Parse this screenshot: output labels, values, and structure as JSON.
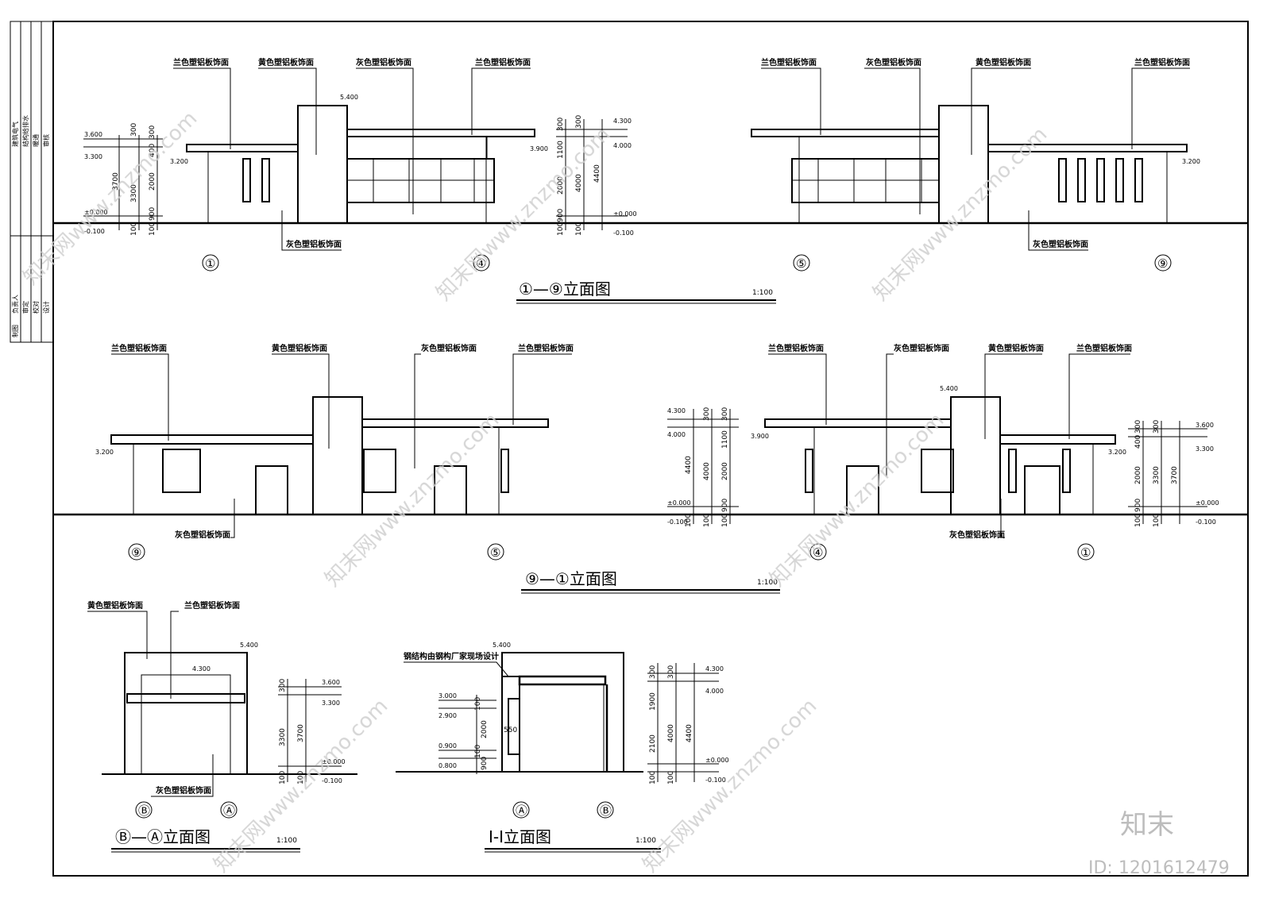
{
  "title_block": {
    "cols": [
      "建筑电气",
      "结构给排水",
      "暖通",
      "审核"
    ],
    "lower": [
      "负责人",
      "审定",
      "校对",
      "设计",
      "制图"
    ]
  },
  "materials": {
    "blue": "兰色塑铝板饰面",
    "yellow": "黄色塑铝板饰面",
    "grey": "灰色塑铝板饰面",
    "note": "钢结构由钢构厂家现场设计"
  },
  "elev1": {
    "title": "①—⑨立面图",
    "scale": "1:100",
    "axes": [
      "①",
      "④",
      "⑤",
      "⑨"
    ],
    "levels_left": [
      "3.600",
      "3.300",
      "3.200",
      "±0.000",
      "-0.100"
    ],
    "dims_left_a": [
      "300",
      "300",
      "3300",
      "900",
      "100"
    ],
    "dims_left_b": [
      "300",
      "400",
      "2000",
      "900",
      "100"
    ],
    "dims_left_c": [
      "3700"
    ],
    "top_level": "5.400",
    "levels_mid": [
      "4.300",
      "4.000",
      "3.900",
      "±0.000",
      "-0.100"
    ],
    "dims_mid_a": [
      "300",
      "1100",
      "2000",
      "900",
      "100"
    ],
    "dims_mid_b": [
      "4000",
      "100"
    ],
    "dims_mid_c": [
      "300",
      "4400",
      "100"
    ],
    "right_level": "3.200"
  },
  "elev2": {
    "title": "⑨—①立面图",
    "scale": "1:100",
    "axes": [
      "⑨",
      "⑤",
      "④",
      "①"
    ],
    "levels_left": [
      "3.200"
    ],
    "levels_mid": [
      "4.300",
      "4.000",
      "3.900",
      "±0.000",
      "-0.100"
    ],
    "dims_mid_a": [
      "300",
      "1100",
      "2000",
      "900",
      "100"
    ],
    "dims_mid_b": [
      "300",
      "4000",
      "100"
    ],
    "dims_mid_c": [
      "4400",
      "100"
    ],
    "top_level": "5.400",
    "levels_right": [
      "3.600",
      "3.300",
      "3.200",
      "±0.000",
      "-0.100"
    ],
    "dims_right_a": [
      "300",
      "400",
      "2000",
      "900",
      "100"
    ],
    "dims_right_b": [
      "300",
      "3300",
      "100"
    ],
    "dims_right_c": [
      "3700"
    ]
  },
  "elev3": {
    "title": "Ⓑ—Ⓐ立面图",
    "scale": "1:100",
    "axes": [
      "Ⓑ",
      "Ⓐ"
    ],
    "top_level": "5.400",
    "inner_level": "4.300",
    "levels": [
      "3.600",
      "3.300",
      "±0.000",
      "-0.100"
    ],
    "dims_a": [
      "300",
      "3300",
      "100"
    ],
    "dims_b": [
      "3700",
      "100"
    ]
  },
  "elev4": {
    "title": "Ⅰ-Ⅰ立面图",
    "scale": "1:100",
    "axes": [
      "Ⓐ",
      "Ⓑ"
    ],
    "top_level": "5.400",
    "levels_left": [
      "3.000",
      "2.900",
      "0.900",
      "0.800"
    ],
    "dims_left": [
      "100",
      "2000",
      "100",
      "900"
    ],
    "inner_dim": "550",
    "levels_right": [
      "4.300",
      "4.000",
      "±0.000",
      "-0.100"
    ],
    "dims_r_a": [
      "300",
      "1900",
      "2100",
      "100"
    ],
    "dims_r_b": [
      "300",
      "4000",
      "100"
    ],
    "dims_r_c": [
      "4400"
    ]
  },
  "watermark": {
    "site": "知末网www.znzmo.com",
    "logo": "知末",
    "id": "ID: 1201612479"
  }
}
